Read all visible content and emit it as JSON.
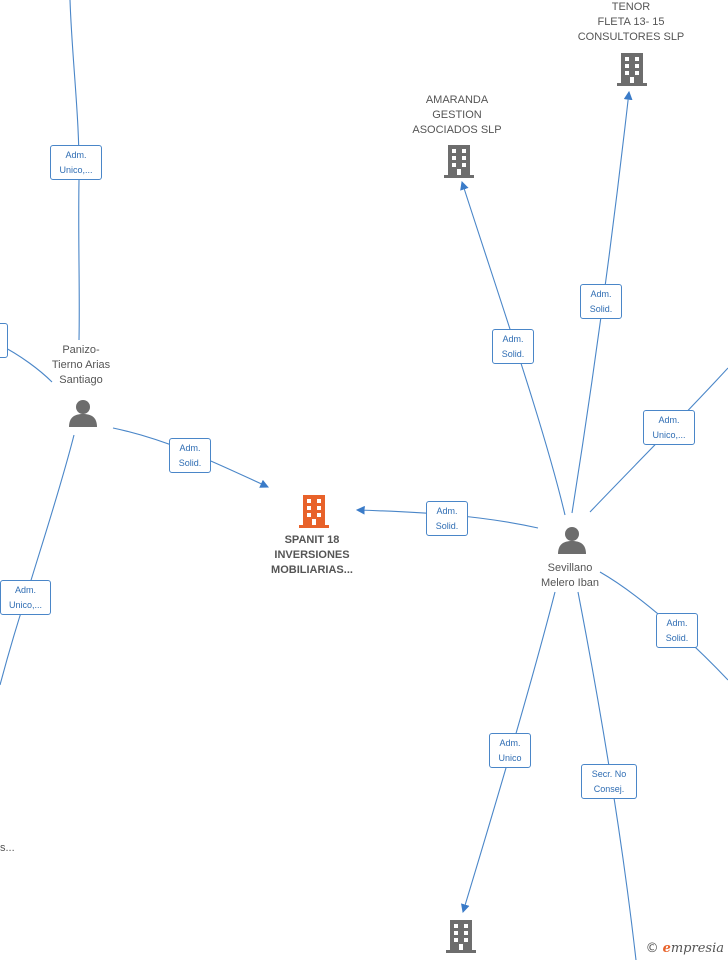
{
  "nodes": {
    "main_company": {
      "label": "SPANIT 18\nINVERSIONES\nMOBILIARIAS..."
    },
    "person_left": {
      "label": "Panizo-\nTierno Arias\nSantiago"
    },
    "person_right": {
      "label": "Sevillano\nMelero Iban"
    },
    "company_amaranda": {
      "label": "AMARANDA\nGESTION\nASOCIADOS  SLP"
    },
    "company_tenor": {
      "label": "TENOR\nFLETA 13- 15\nCONSULTORES SLP"
    },
    "cut_text": "s..."
  },
  "relations": {
    "r_top_left": "Adm.\nUnico,...",
    "r_left_to_main": "Adm.\nSolid.",
    "r_left_down": "Adm.\nUnico,...",
    "r_right_to_main": "Adm.\nSolid.",
    "r_right_amaranda": "Adm.\nSolid.",
    "r_right_tenor": "Adm.\nSolid.",
    "r_right_upright": "Adm.\nUnico,...",
    "r_right_downright": "Adm.\nSolid.",
    "r_right_bottom": "Adm.\nUnico",
    "r_right_secr": "Secr.  No\nConsej."
  },
  "colors": {
    "edge": "#4a86c8",
    "main_icon": "#e8622a",
    "icon": "#6d6d6d"
  },
  "brand": {
    "copyright": "©",
    "name_initial": "e",
    "name_rest": "mpresia"
  }
}
